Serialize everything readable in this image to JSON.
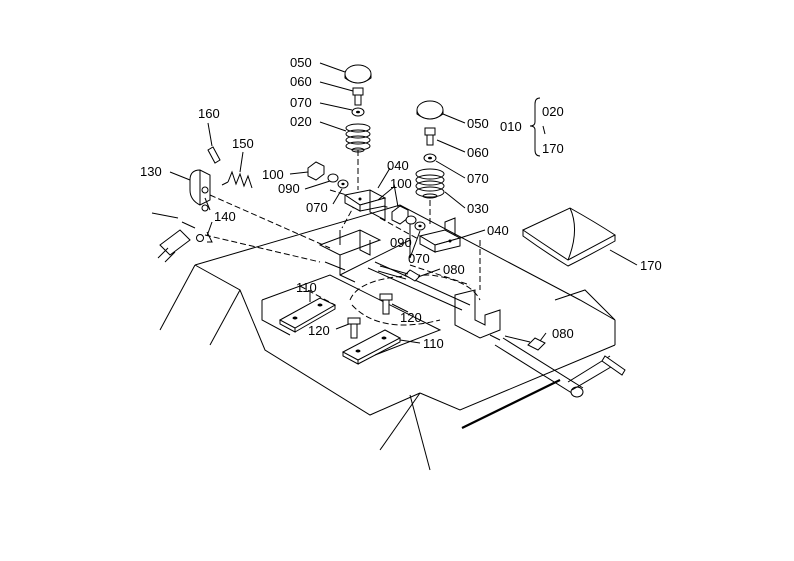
{
  "callouts": {
    "c050a": "050",
    "c060a": "060",
    "c070a": "070",
    "c020": "020",
    "c050b": "050",
    "c060b": "060",
    "c070b": "070",
    "c030": "030",
    "c010": "010",
    "c010_020": "020",
    "c010_170": "170",
    "c160": "160",
    "c150": "150",
    "c130": "130",
    "c140": "140",
    "c100a": "100",
    "c090a": "090",
    "c070c": "070",
    "c040a": "040",
    "c100b": "100",
    "c090b": "090",
    "c070d": "070",
    "c040b": "040",
    "c080a": "080",
    "c080b": "080",
    "c170": "170",
    "c110a": "110",
    "c110b": "110",
    "c120a": "120",
    "c120b": "120"
  }
}
